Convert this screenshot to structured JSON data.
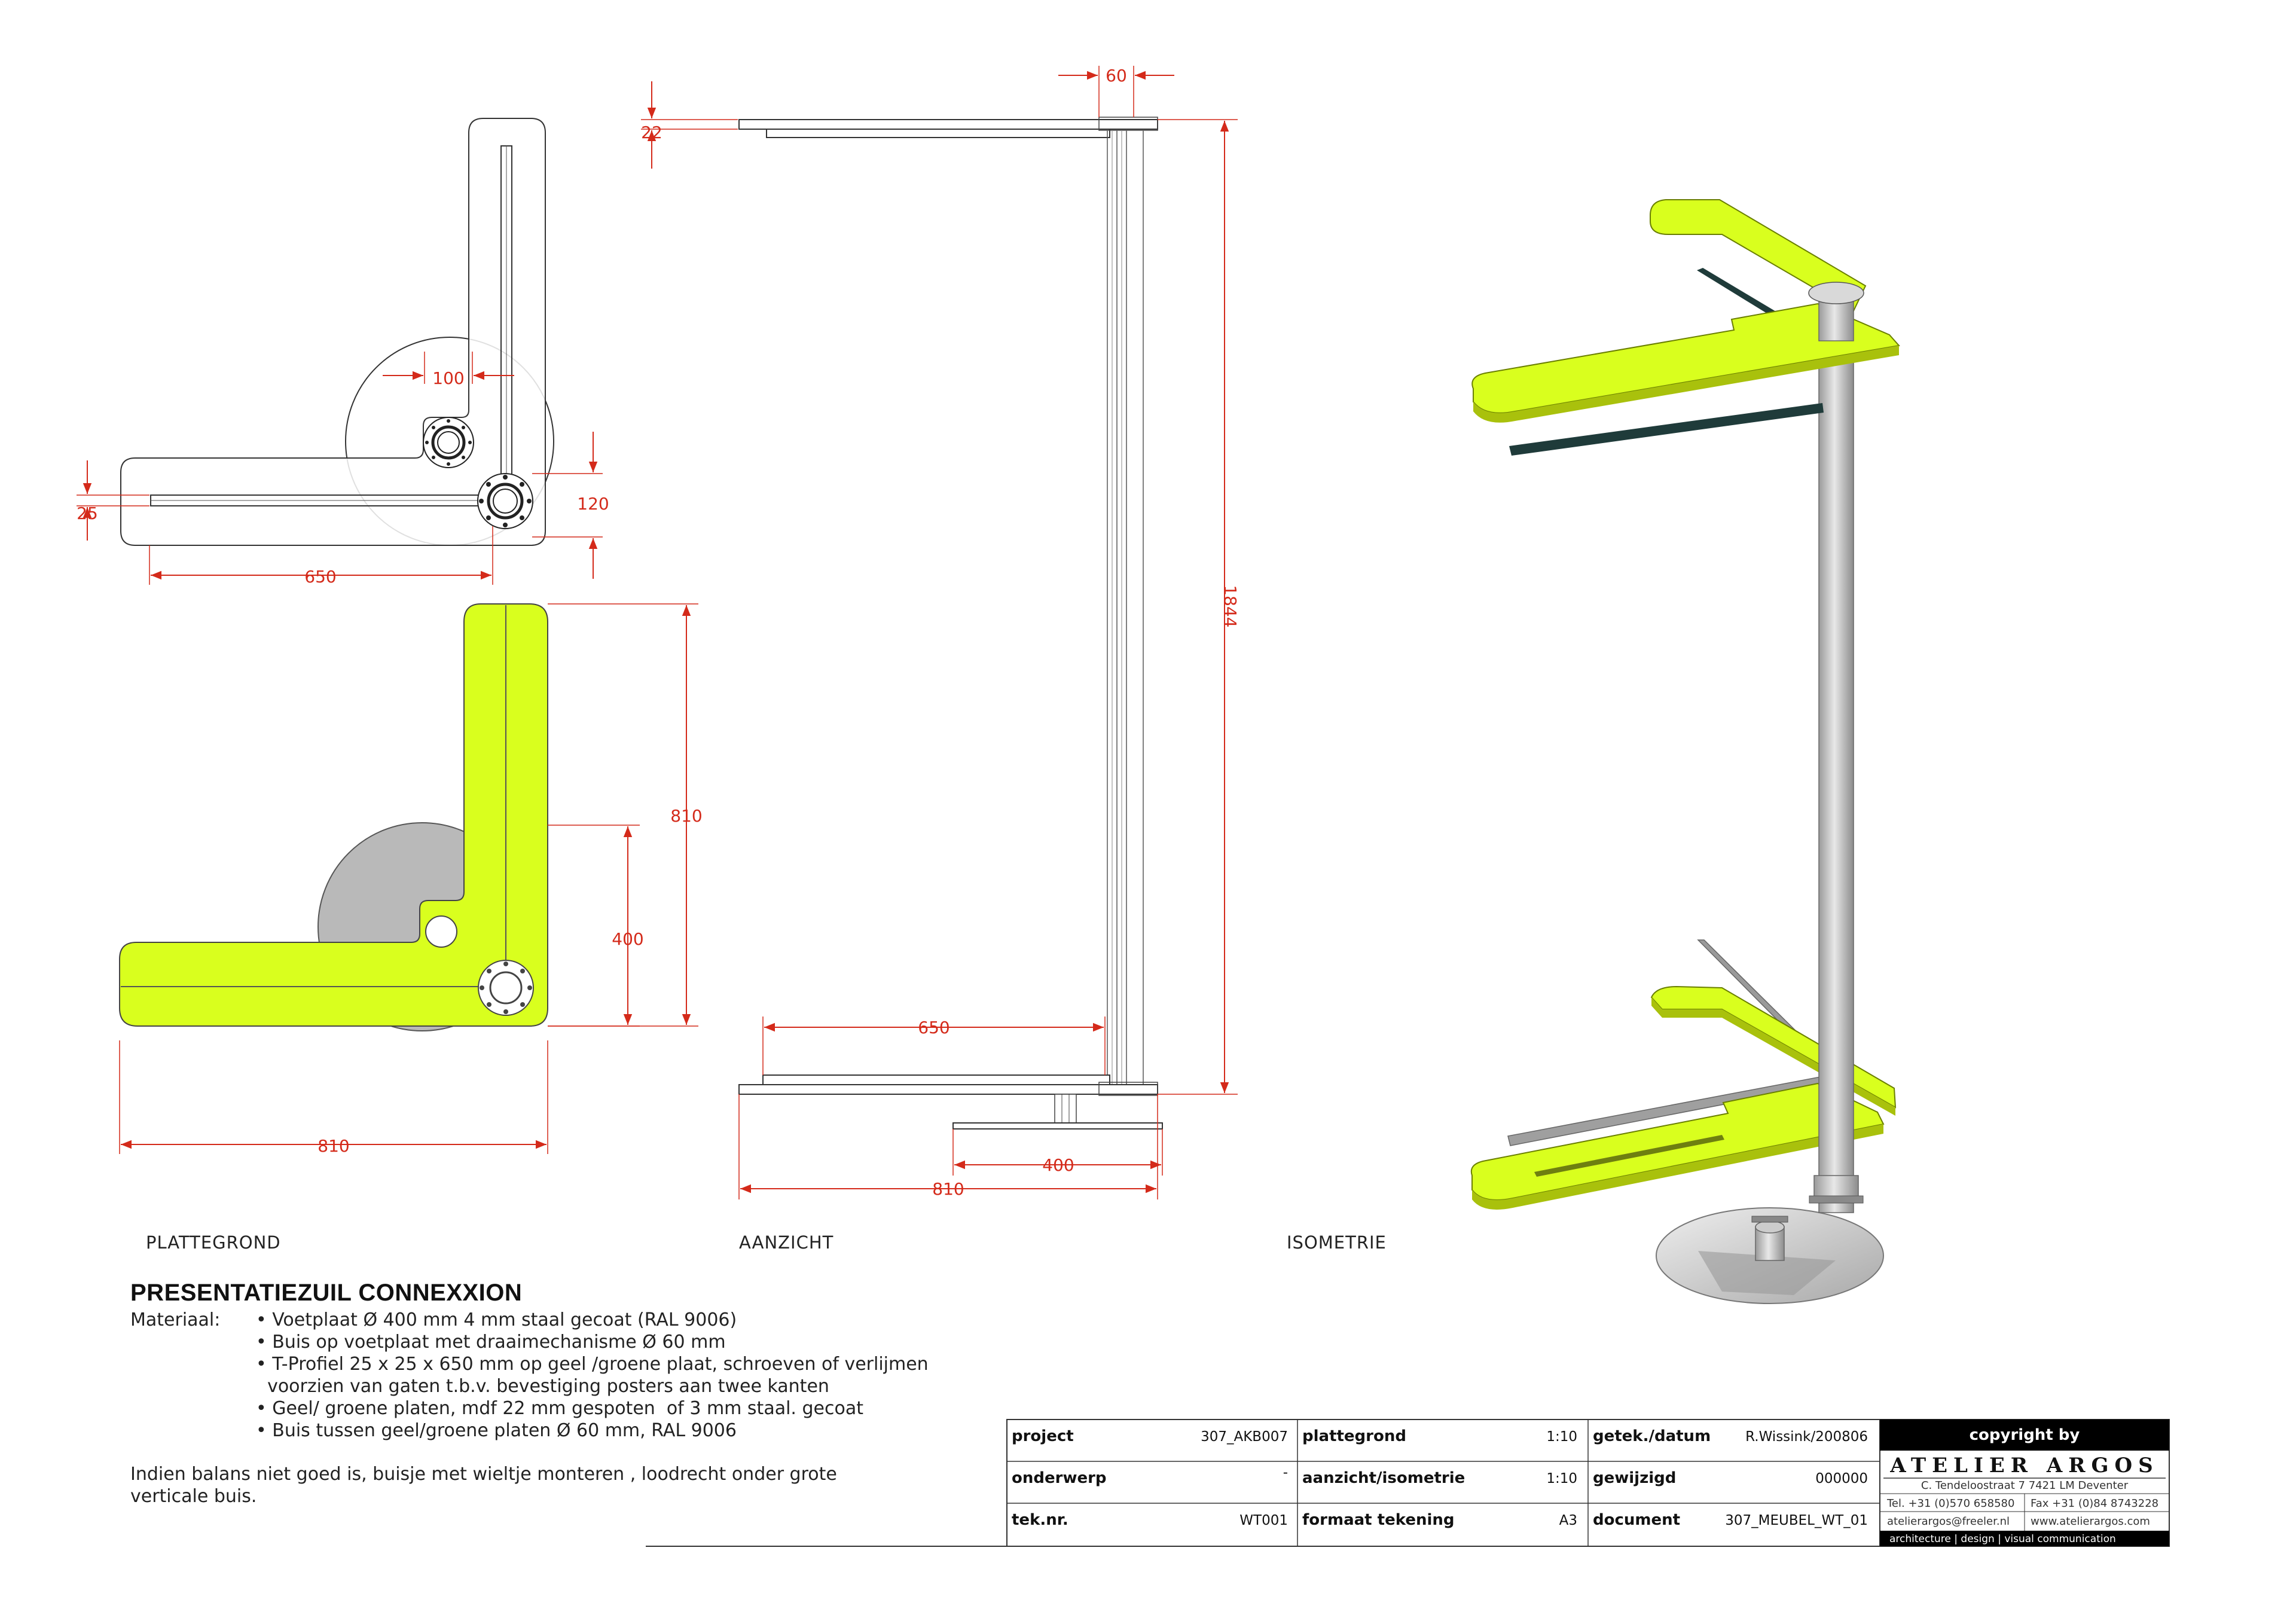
{
  "views": {
    "plan": "PLATTEGROND",
    "elevation": "AANZICHT",
    "isometric": "ISOMETRIE"
  },
  "dimensions": {
    "plan_hole": "100",
    "plan_profile": "25",
    "plan_center": "120",
    "plan_arm": "650",
    "plan2_height": "810",
    "plan2_offset": "400",
    "plan2_width": "810",
    "elev_tube": "60",
    "elev_plate": "22",
    "elev_height": "1844",
    "elev_arm": "650",
    "elev_base": "400",
    "elev_width": "810"
  },
  "notes": {
    "title": "PRESENTATIEZUIL CONNEXXION",
    "material_label": "Materiaal:",
    "material_items": [
      "• Voetplaat Ø 400 mm 4 mm staal gecoat (RAL 9006)",
      "• Buis op voetplaat met draaimechanisme Ø 60 mm",
      "• T-Profiel 25 x 25 x 650 mm op geel /groene plaat, schroeven of verlijmen",
      "  voorzien van gaten t.b.v. bevestiging posters aan twee kanten",
      "• Geel/ groene platen, mdf 22 mm gespoten  of 3 mm staal. gecoat",
      "• Buis tussen geel/groene platen Ø 60 mm, RAL 9006"
    ],
    "remark": "Indien balans niet goed is, buisje met wieltje monteren , loodrecht onder grote verticale buis."
  },
  "titleblock": {
    "project_label": "project",
    "project_value": "307_AKB007",
    "plan_label": "plattegrond",
    "plan_value": "1:10",
    "drawn_label": "getek./datum",
    "drawn_value": "R.Wissink/200806",
    "subject_label": "onderwerp",
    "subject_value": "-",
    "elev_label": "aanzicht/isometrie",
    "elev_value": "1:10",
    "changed_label": "gewijzigd",
    "changed_value": "000000",
    "number_label": "tek.nr.",
    "number_value": "WT001",
    "format_label": "formaat tekening",
    "format_value": "A3",
    "document_label": "document",
    "document_value": "307_MEUBEL_WT_01"
  },
  "company": {
    "copyright": "copyright by",
    "name": "ATELIER ARGOS",
    "address": "C. Tendeloostraat 7  7421 LM  Deventer",
    "tel": "Tel. +31 (0)570 658580",
    "fax": "Fax +31 (0)84 8743228",
    "email": "atelierargos@freeler.nl",
    "web": "www.atelierargos.com",
    "tagline": "architecture  |  design  |  visual communication"
  },
  "colors": {
    "panel": "#d9ff1e",
    "dimension": "#d42a1a",
    "steel": "#bcbcbc",
    "profile": "#1f3b3a"
  }
}
